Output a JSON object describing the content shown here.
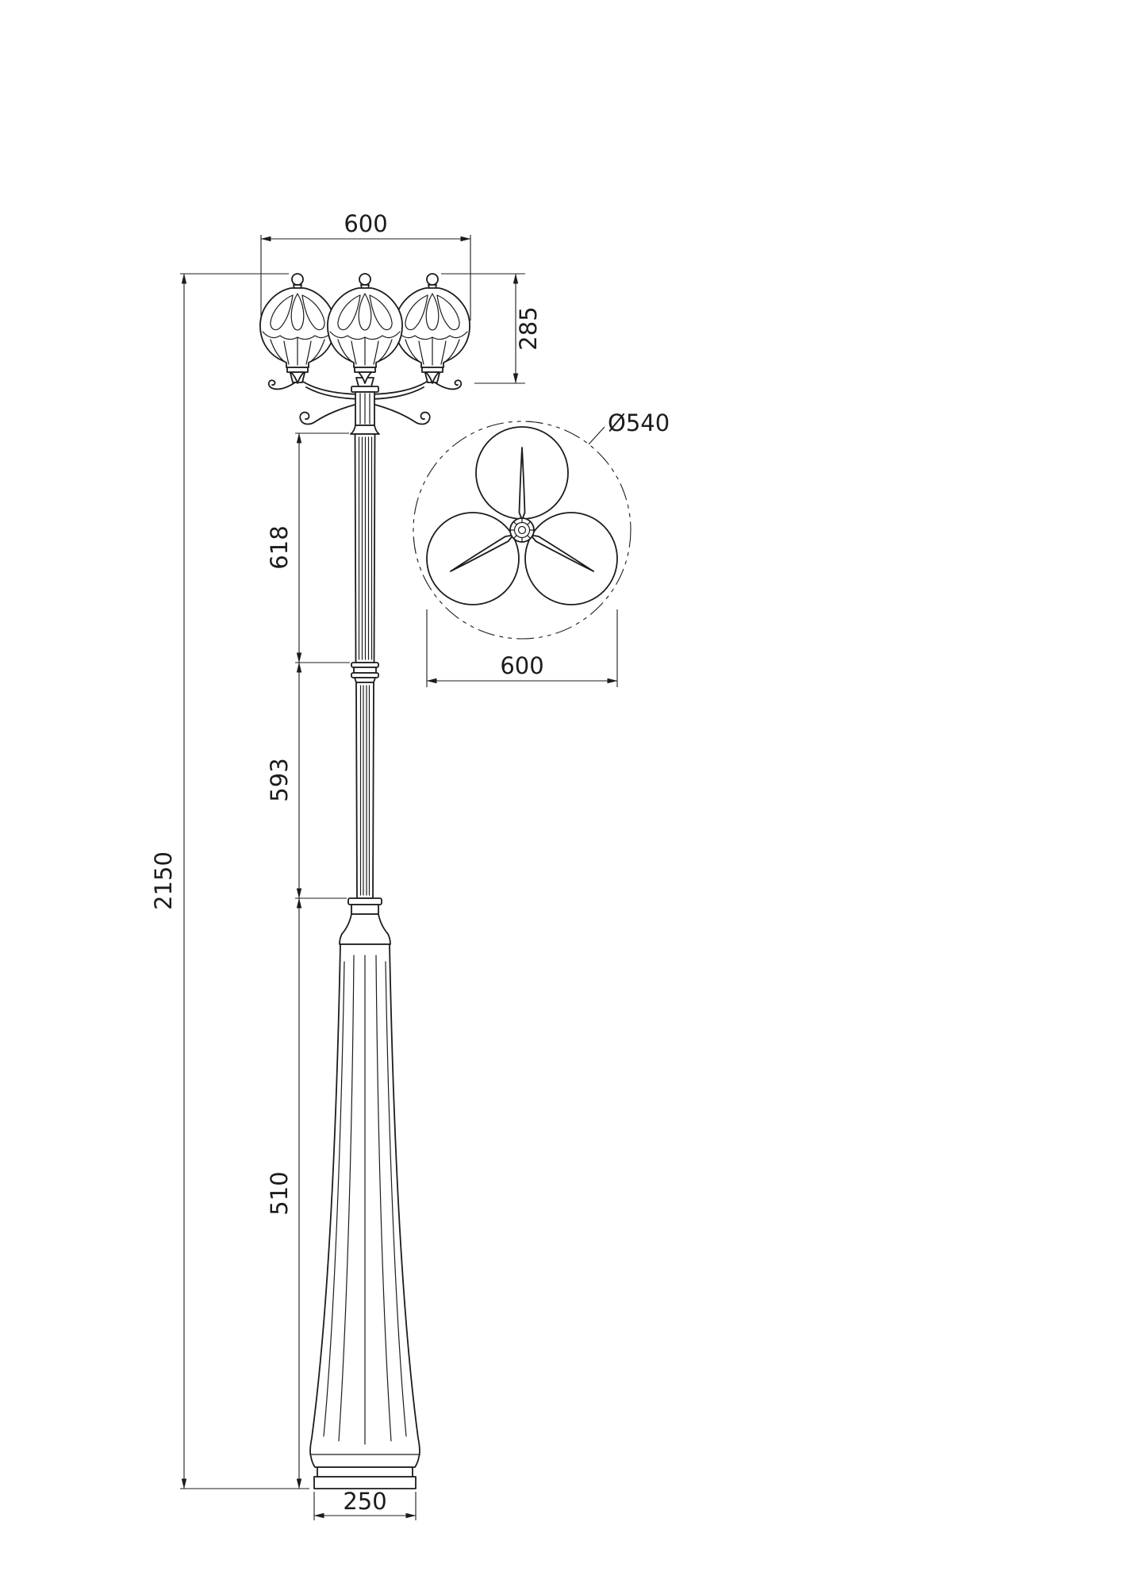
{
  "drawing": {
    "background": "#ffffff",
    "line_color": "#1c1c1c",
    "labels": {
      "head_width": "600",
      "lantern_height": "285",
      "total_height": "2150",
      "upper_pole": "618",
      "lower_pole": "593",
      "base_height": "510",
      "base_width": "250",
      "head_circle_diameter": "Ø540",
      "head_span": "600"
    }
  }
}
